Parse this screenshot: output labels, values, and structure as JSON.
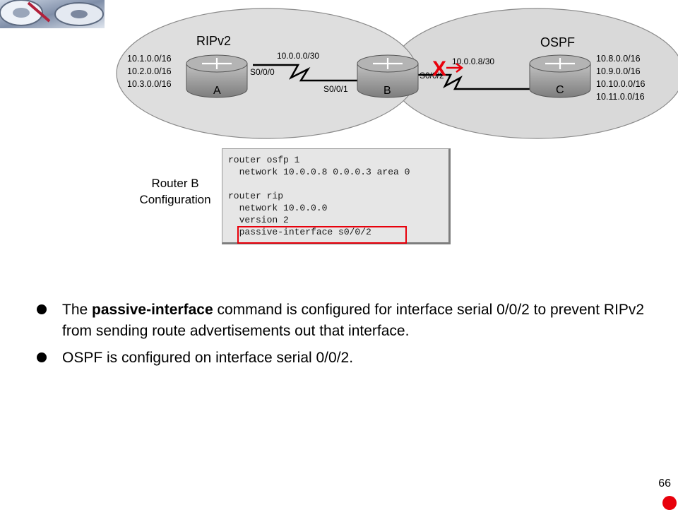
{
  "diagram": {
    "left_region_title": "RIPv2",
    "right_region_title": "OSPF",
    "router_a": {
      "name": "A",
      "networks": [
        "10.1.0.0/16",
        "10.2.0.0/16",
        "10.3.0.0/16"
      ],
      "interface": "S0/0/0"
    },
    "router_b": {
      "name": "B",
      "interface_left": "S0/0/1",
      "interface_right": "S0/0/2"
    },
    "router_c": {
      "name": "C",
      "networks": [
        "10.8.0.0/16",
        "10.9.0.0/16",
        "10.10.0.0/16",
        "10.11.0.0/16"
      ]
    },
    "link_ab": "10.0.0.0/30",
    "link_bc": "10.0.0.8/30",
    "blocked_mark": "X",
    "colors": {
      "region_fill": "#d9d9d9",
      "router_body": "#9d9d9d",
      "blocked": "#e8000b"
    }
  },
  "config": {
    "label_line1": "Router B",
    "label_line2": "Configuration",
    "lines": [
      "router osfp 1",
      "  network 10.0.0.8 0.0.0.3 area 0",
      "",
      "router rip",
      "  network 10.0.0.0",
      "  version 2",
      "  passive-interface s0/0/2"
    ],
    "highlighted_line": "passive-interface s0/0/2"
  },
  "bullets": {
    "item1": {
      "prefix": "The ",
      "bold": "passive-interface",
      "suffix": " command is configured for interface serial 0/0/2 to prevent RIPv2 from sending route advertisements out that interface."
    },
    "item2": "OSPF is configured on interface serial 0/0/2."
  },
  "page_number": "66",
  "icons": {
    "corner_image": "network-equipment-photo",
    "bullet": "bullet-dot-icon",
    "router": "router-icon",
    "nav": "navigation-dot-icon"
  }
}
